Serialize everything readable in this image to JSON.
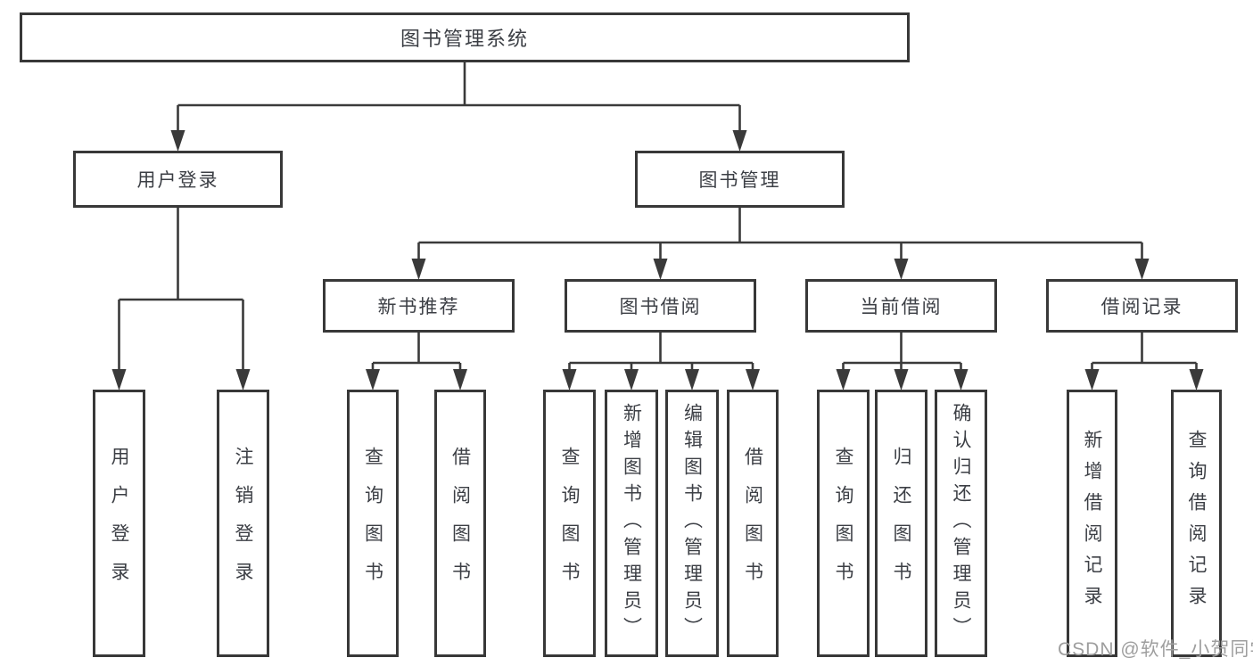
{
  "diagram": {
    "root": {
      "label": "图书管理系统"
    },
    "level2": [
      {
        "id": "user-login",
        "label": "用户登录"
      },
      {
        "id": "book-management",
        "label": "图书管理"
      }
    ],
    "level3": [
      {
        "id": "new-book-recommend",
        "label": "新书推荐"
      },
      {
        "id": "book-borrow",
        "label": "图书借阅"
      },
      {
        "id": "current-borrow",
        "label": "当前借阅"
      },
      {
        "id": "borrow-records",
        "label": "借阅记录"
      }
    ],
    "leaves": [
      {
        "parent": "user-login",
        "label": "用户登录"
      },
      {
        "parent": "user-login",
        "label": "注销登录"
      },
      {
        "parent": "new-book-recommend",
        "label": "查询图书"
      },
      {
        "parent": "new-book-recommend",
        "label": "借阅图书"
      },
      {
        "parent": "book-borrow",
        "label": "查询图书"
      },
      {
        "parent": "book-borrow",
        "label": "新增图书（管理员）"
      },
      {
        "parent": "book-borrow",
        "label": "编辑图书（管理员）"
      },
      {
        "parent": "book-borrow",
        "label": "借阅图书"
      },
      {
        "parent": "current-borrow",
        "label": "查询图书"
      },
      {
        "parent": "current-borrow",
        "label": "归还图书"
      },
      {
        "parent": "current-borrow",
        "label": "确认归还（管理员）"
      },
      {
        "parent": "borrow-records",
        "label": "新增借阅记录"
      },
      {
        "parent": "borrow-records",
        "label": "查询借阅记录"
      }
    ]
  },
  "watermark": {
    "text": "CSDN @软件_小贺同学"
  },
  "colors": {
    "line": "#3a3a3a",
    "text": "#3c3f45",
    "watermark": "#9e9e9e",
    "background": "#ffffff"
  }
}
